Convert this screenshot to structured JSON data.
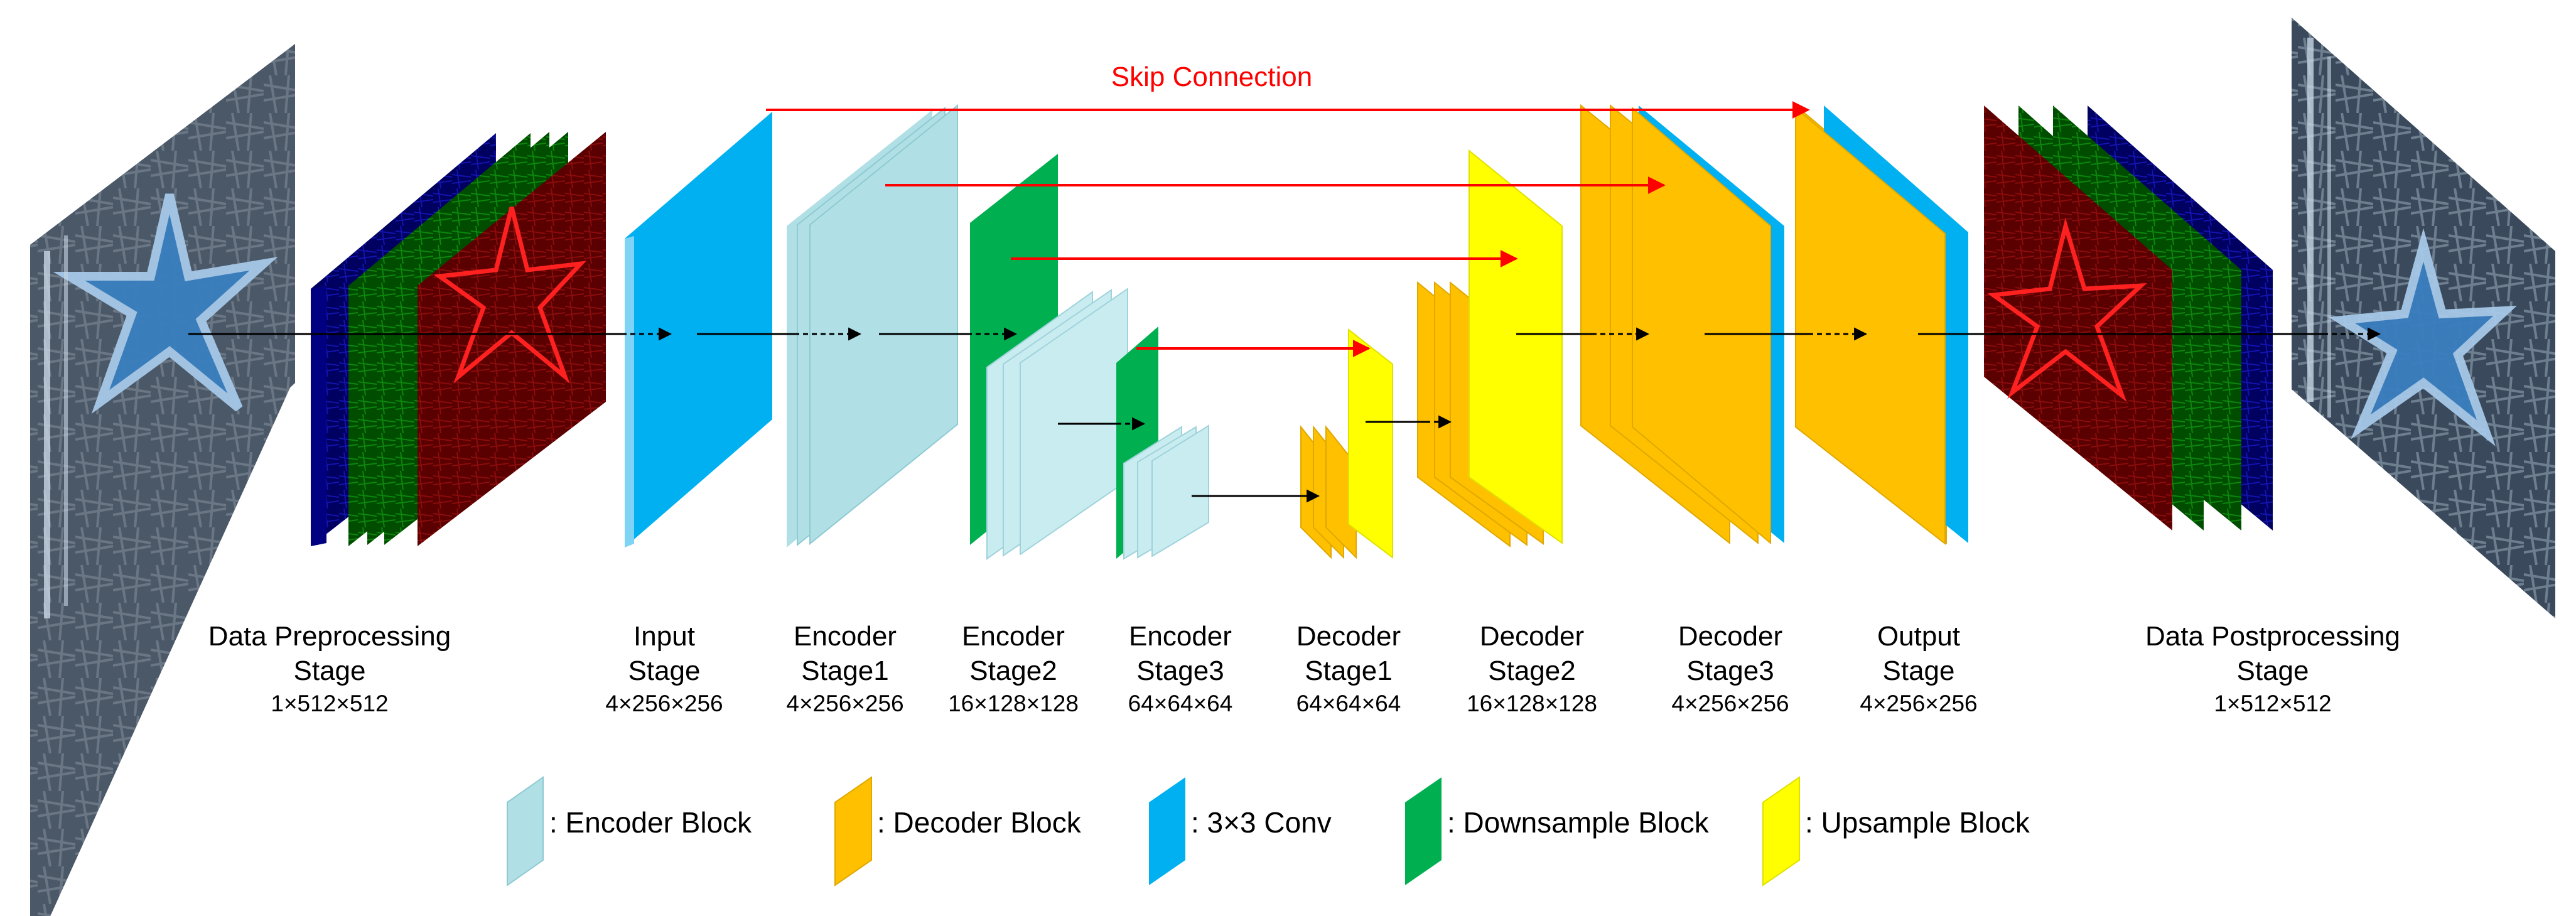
{
  "skip_connection_label": "Skip Connection",
  "stages": [
    {
      "name": "Data Preprocessing\nStage",
      "dims": "1×512×512"
    },
    {
      "name": "Input\nStage",
      "dims": "4×256×256"
    },
    {
      "name": "Encoder\nStage1",
      "dims": "4×256×256"
    },
    {
      "name": "Encoder\nStage2",
      "dims": "16×128×128"
    },
    {
      "name": "Encoder\nStage3",
      "dims": "64×64×64"
    },
    {
      "name": "Decoder\nStage1",
      "dims": "64×64×64"
    },
    {
      "name": "Decoder\nStage2",
      "dims": "16×128×128"
    },
    {
      "name": "Decoder\nStage3",
      "dims": "4×256×256"
    },
    {
      "name": "Output\nStage",
      "dims": "4×256×256"
    },
    {
      "name": "Data Postprocessing\nStage",
      "dims": "1×512×512"
    }
  ],
  "legend": [
    {
      "label": ": Encoder Block",
      "color": "#b0e0e6",
      "icon": "encoder-block-swatch"
    },
    {
      "label": ": Decoder Block",
      "color": "#ffc000",
      "icon": "decoder-block-swatch"
    },
    {
      "label": ": 3×3 Conv",
      "color": "#00b0f0",
      "icon": "conv-block-swatch"
    },
    {
      "label": ": Downsample Block",
      "color": "#00b050",
      "icon": "downsample-block-swatch"
    },
    {
      "label": ": Upsample Block",
      "color": "#ffff00",
      "icon": "upsample-block-swatch"
    }
  ],
  "colors": {
    "encoder": "#b0e0e6",
    "encoder_light": "#c9ecf0",
    "decoder": "#ffc000",
    "conv": "#00b0f0",
    "downsample": "#00b050",
    "upsample": "#ffff00",
    "skip": "#ff0000",
    "channel_red": "#8b0000",
    "channel_green": "#006400",
    "channel_blue": "#00008b"
  }
}
